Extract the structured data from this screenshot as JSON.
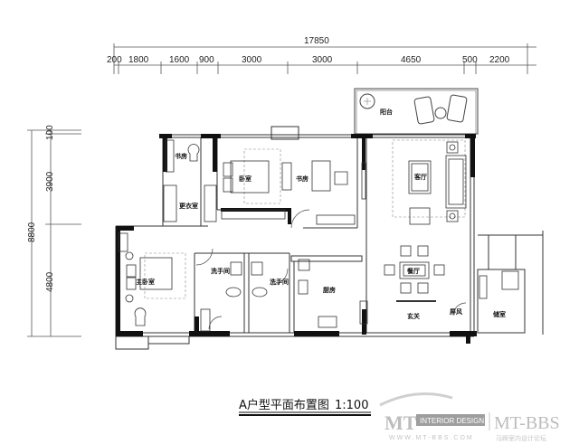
{
  "drawing": {
    "title": "A户型平面布置图",
    "scale": "1:100"
  },
  "dimensions": {
    "top_total": "17850",
    "top_segments": [
      "200",
      "1800",
      "1600",
      "900",
      "3000",
      "3000",
      "4650",
      "500",
      "2200"
    ],
    "left_total": "8800",
    "left_segments": [
      "100",
      "3900",
      "4800"
    ]
  },
  "rooms": {
    "study_small": "书房",
    "walk_in_closet": "更衣室",
    "bedroom": "卧室",
    "study": "书房",
    "balcony": "阳台",
    "living_room": "客厅",
    "master_bedroom": "主卧室",
    "bathroom_1": "洗手间",
    "bathroom_2": "洗手间",
    "kitchen": "厨房",
    "dining_room": "餐厅",
    "foyer": "玄关",
    "screen": "屏风",
    "utility_room": "储室"
  },
  "watermark": {
    "brand": "MT",
    "tag": "INTERIOR DESIGN",
    "site": "WWW.MT-BBS.COM",
    "forum": "MT-BBS",
    "forum_cn": "马蹄室内设计论坛"
  },
  "colors": {
    "wall": "#111111",
    "line": "#333333",
    "dashed": "#888888",
    "watermark": "#bdbdbd"
  }
}
